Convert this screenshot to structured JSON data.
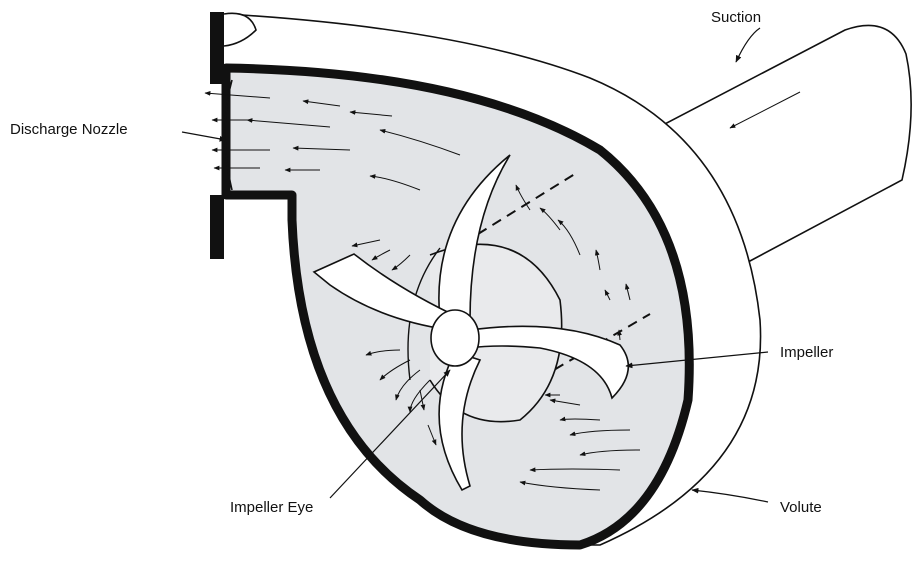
{
  "labels": {
    "suction": "Suction",
    "discharge_nozzle": "Discharge Nozzle",
    "impeller": "Impeller",
    "impeller_eye": "Impeller Eye",
    "volute": "Volute"
  },
  "colors": {
    "fluid": "#e2e4e7",
    "line": "#111111",
    "background": "#ffffff"
  }
}
